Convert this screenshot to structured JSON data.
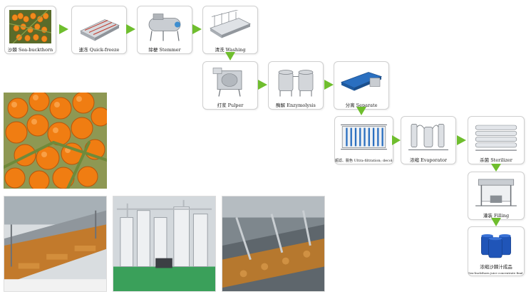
{
  "steps": [
    {
      "id": "sea-buckthorn",
      "label": "沙棘 Sea-buckthorn",
      "icon": "berries-icon"
    },
    {
      "id": "quick-freeze",
      "label": "速冻 Quick-freeze",
      "icon": "freezer-icon"
    },
    {
      "id": "stemmer",
      "label": "除梗 Stemmer",
      "icon": "stemmer-icon"
    },
    {
      "id": "washing",
      "label": "清洗 Washing",
      "icon": "washer-icon"
    },
    {
      "id": "pulper",
      "label": "打浆 Pulper",
      "icon": "pulper-icon"
    },
    {
      "id": "enzymolysis",
      "label": "酶解 Enzymolysis",
      "icon": "tanks-icon"
    },
    {
      "id": "separate",
      "label": "分离 Separate",
      "icon": "centrifuge-icon"
    },
    {
      "id": "ultra-filtration",
      "label": "超滤、脱色 Ultra-filtration; decolor",
      "icon": "filtration-icon"
    },
    {
      "id": "evaporator",
      "label": "浓缩 Evaporator",
      "icon": "evaporator-icon"
    },
    {
      "id": "sterilizer",
      "label": "杀菌 Sterilizer",
      "icon": "sterilizer-icon"
    },
    {
      "id": "filling",
      "label": "灌装 Filling",
      "icon": "filler-icon"
    },
    {
      "id": "final-product",
      "label": "浓缩沙棘汁成品",
      "sublabel": "Sea-buckthorn juice concentrate final product",
      "icon": "drums-icon"
    }
  ],
  "colors": {
    "arrow": "#6fbe2e",
    "border": "#cfcfcf",
    "orange": "#f08a1c",
    "steel": "#b9bdc2",
    "blue": "#2a6fc0"
  }
}
